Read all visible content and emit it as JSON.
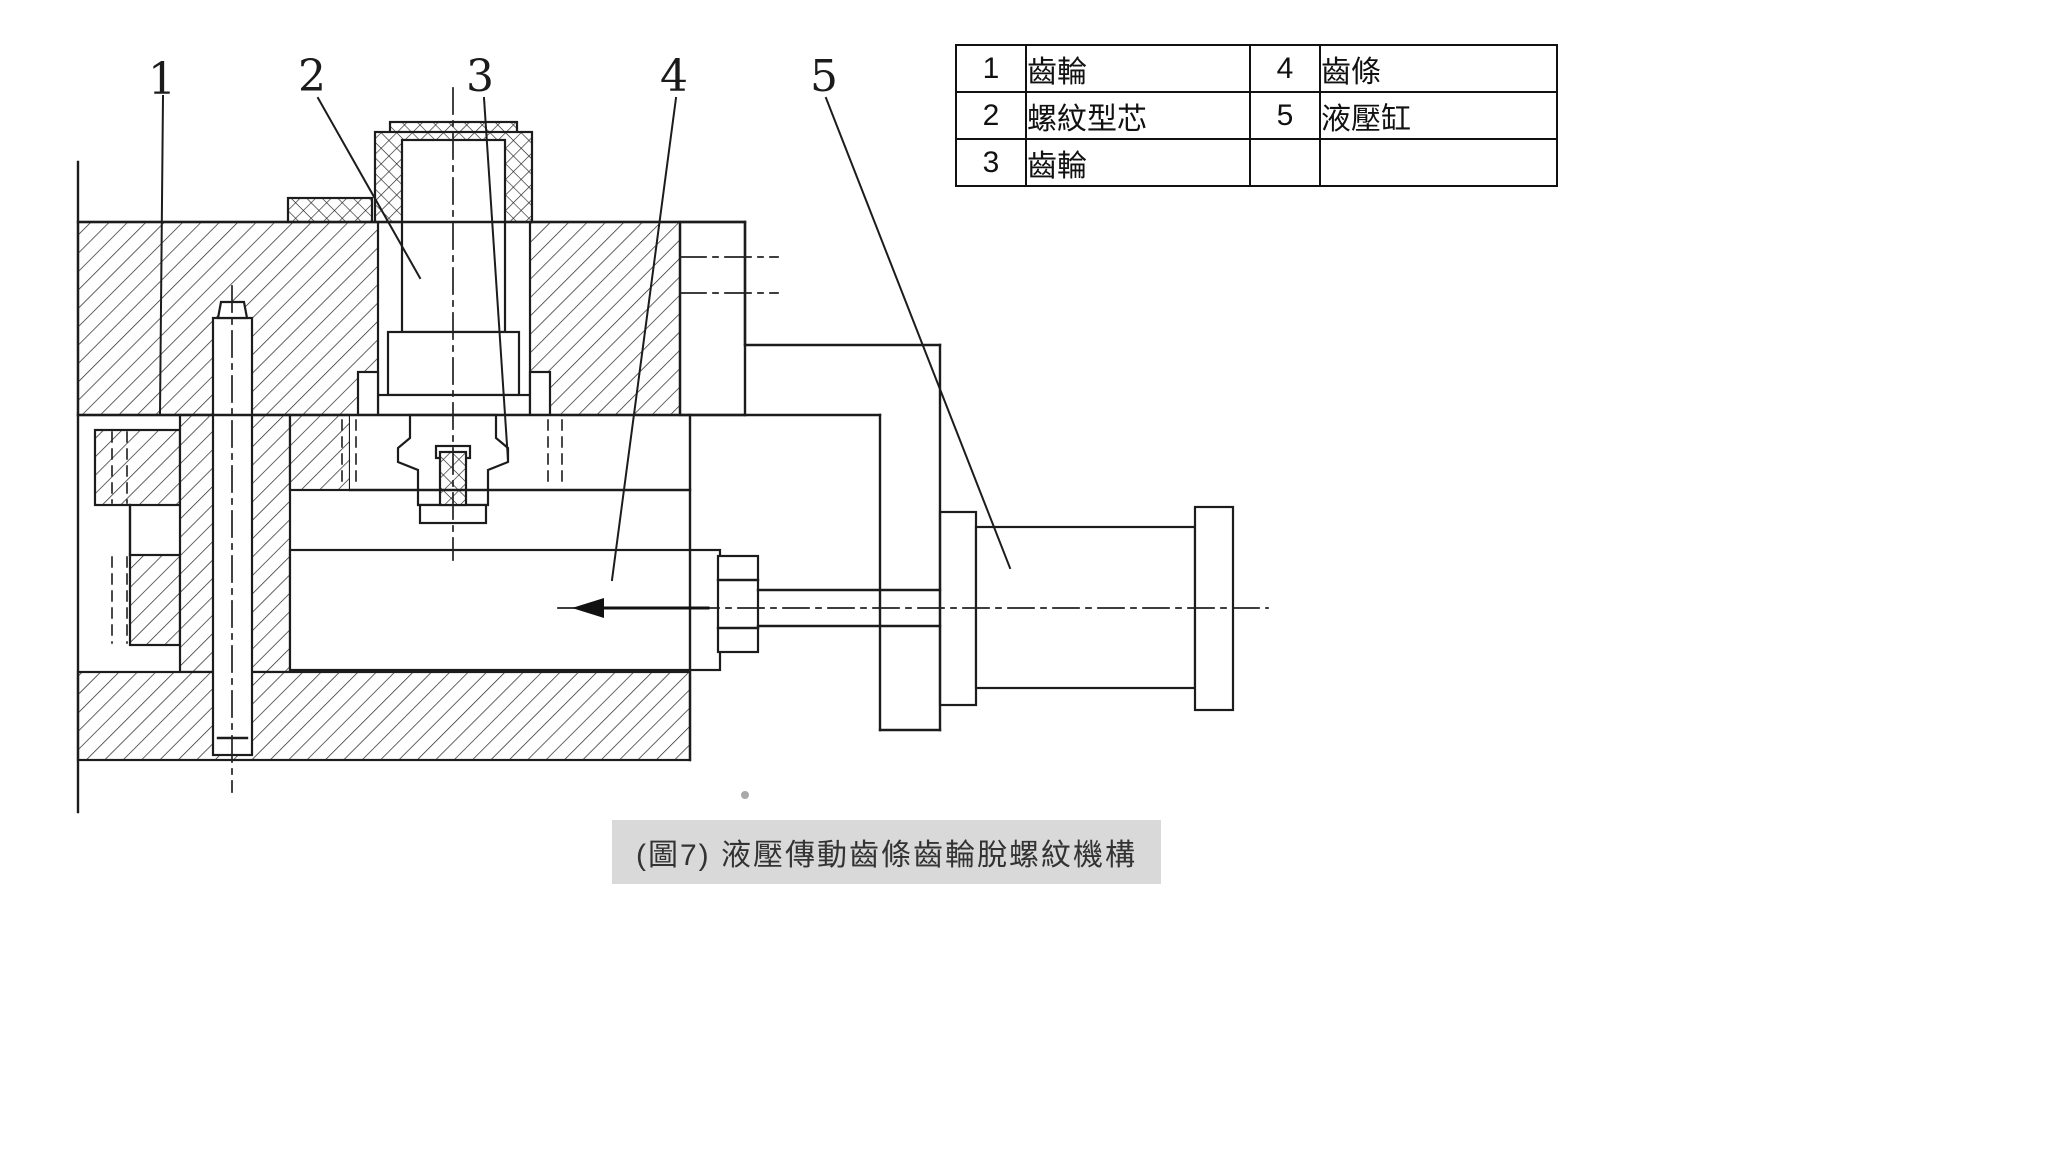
{
  "figure": {
    "caption": "(圖7) 液壓傳動齒條齒輪脫螺紋機構"
  },
  "drawing": {
    "callouts": [
      "1",
      "2",
      "3",
      "4",
      "5"
    ]
  },
  "parts_table": {
    "rows": [
      {
        "cells": [
          "1",
          "齒輪",
          "4",
          "齒條"
        ]
      },
      {
        "cells": [
          "2",
          "螺紋型芯",
          "5",
          "液壓缸"
        ]
      },
      {
        "cells": [
          "3",
          "齒輪",
          "",
          ""
        ]
      }
    ]
  }
}
